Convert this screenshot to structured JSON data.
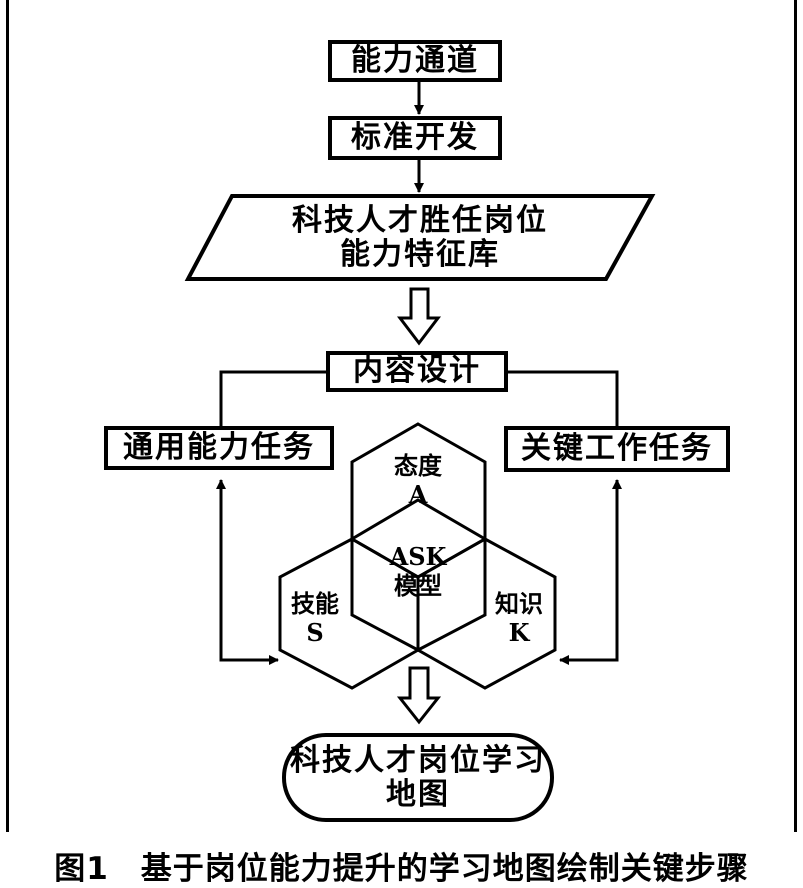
{
  "steps": {
    "ability_channel": "能力通道",
    "standard_dev": "标准开发",
    "competency_db": [
      "科技人才胜任岗位",
      "能力特征库"
    ],
    "content_design": "内容设计",
    "general_tasks": "通用能力任务",
    "key_tasks": "关键工作任务",
    "learning_map": [
      "科技人才岗位学习",
      "地图"
    ]
  },
  "ask_model": {
    "attitude": [
      "态度",
      "A"
    ],
    "center": [
      "ASK",
      "模型"
    ],
    "skill": [
      "技能",
      "S"
    ],
    "knowledge": [
      "知识",
      "K"
    ]
  },
  "caption": "图1　基于岗位能力提升的学习地图绘制关键步骤"
}
